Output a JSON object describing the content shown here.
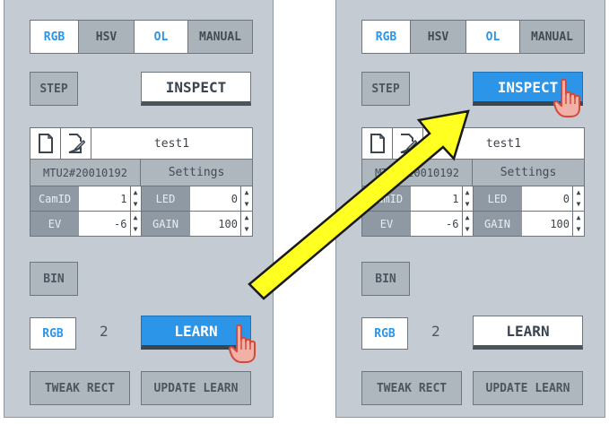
{
  "panels": [
    {
      "id": "left",
      "mode_tabs": [
        {
          "label": "RGB",
          "selected": true
        },
        {
          "label": "HSV",
          "selected": false
        },
        {
          "label": "OL",
          "selected": true
        },
        {
          "label": "MANUAL",
          "selected": false
        }
      ],
      "step_label": "STEP",
      "inspect_label": "INSPECT",
      "inspect_state": "default",
      "file_name": "test1",
      "serial": "MTU2#20010192",
      "settings_label": "Settings",
      "params": [
        {
          "label": "CamID",
          "value": "1",
          "label2": "LED",
          "value2": "0"
        },
        {
          "label": "EV",
          "value": "-6",
          "label2": "GAIN",
          "value2": "100"
        }
      ],
      "bin_label": "BIN",
      "rgb_label": "RGB",
      "count": "2",
      "learn_label": "LEARN",
      "learn_state": "highlighted",
      "tweak_label": "TWEAK RECT",
      "update_label": "UPDATE LEARN"
    },
    {
      "id": "right",
      "mode_tabs": [
        {
          "label": "RGB",
          "selected": true
        },
        {
          "label": "HSV",
          "selected": false
        },
        {
          "label": "OL",
          "selected": true
        },
        {
          "label": "MANUAL",
          "selected": false
        }
      ],
      "step_label": "STEP",
      "inspect_label": "INSPECT",
      "inspect_state": "highlighted",
      "file_name": "test1",
      "serial": "MTU2#20010192",
      "settings_label": "Settings",
      "params": [
        {
          "label": "CamID",
          "value": "1",
          "label2": "LED",
          "value2": "0"
        },
        {
          "label": "EV",
          "value": "-6",
          "label2": "GAIN",
          "value2": "100"
        }
      ],
      "bin_label": "BIN",
      "rgb_label": "RGB",
      "count": "2",
      "learn_label": "LEARN",
      "learn_state": "default",
      "tweak_label": "TWEAK RECT",
      "update_label": "UPDATE LEARN"
    }
  ],
  "icons": {
    "new_file": "new-file-icon",
    "edit_file": "edit-file-icon",
    "spin": "spinner-arrows-icon",
    "cursor": "hand-pointer-icon",
    "arrow": "arrow-icon"
  },
  "colors": {
    "panel_bg": "#c4cbd3",
    "accent_blue": "#2c95e8",
    "arrow_fill": "#ffff22",
    "hand_fill": "#f2b1a7",
    "hand_stroke": "#d24a3c"
  }
}
